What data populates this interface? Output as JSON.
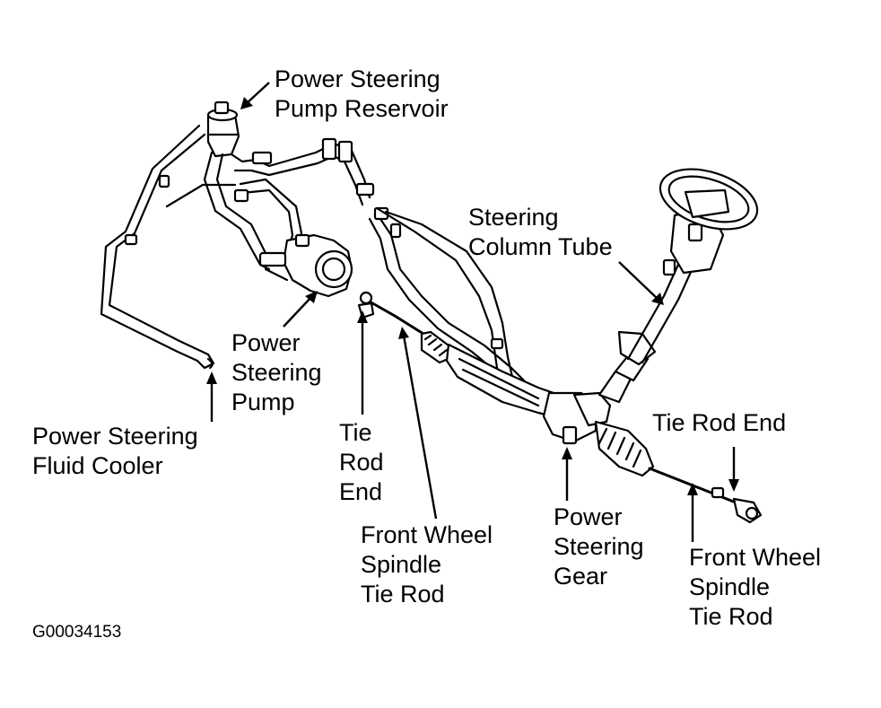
{
  "labels": {
    "reservoir": "Power Steering\nPump Reservoir",
    "column_tube": "Steering\nColumn Tube",
    "pump": "Power\nSteering\nPump",
    "cooler": "Power Steering\nFluid Cooler",
    "tie_rod_end_left": "Tie\nRod\nEnd",
    "tie_rod_end_right": "Tie Rod End",
    "spindle_tie_rod_left": "Front Wheel\nSpindle\nTie Rod",
    "gear": "Power\nSteering\nGear",
    "spindle_tie_rod_right": "Front Wheel\nSpindle\nTie Rod"
  },
  "figure_id": "G00034153"
}
